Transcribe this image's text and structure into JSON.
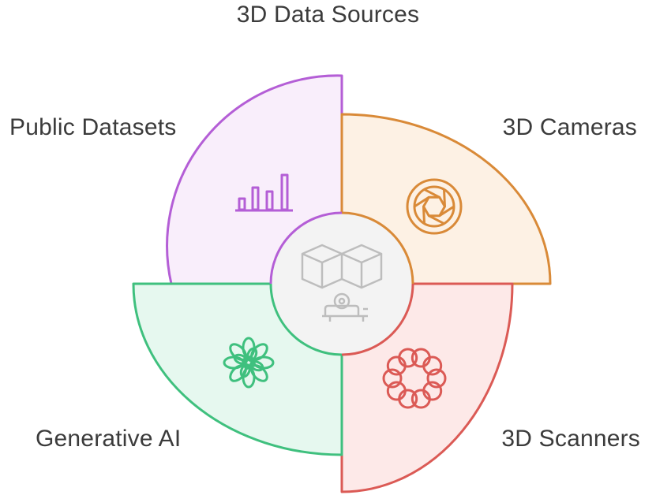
{
  "title": "3D Data Sources",
  "segments": [
    {
      "id": "public-datasets",
      "label": "Public Datasets",
      "icon": "bar-chart-icon",
      "stroke": "#b45ed6",
      "fill": "#f9eefb"
    },
    {
      "id": "3d-cameras",
      "label": "3D Cameras",
      "icon": "camera-aperture-icon",
      "stroke": "#d98a38",
      "fill": "#fdf1e4"
    },
    {
      "id": "3d-scanners",
      "label": "3D Scanners",
      "icon": "ring-pattern-icon",
      "stroke": "#db5a55",
      "fill": "#fde9e8"
    },
    {
      "id": "generative-ai",
      "label": "Generative AI",
      "icon": "flower-icon",
      "stroke": "#3fc07e",
      "fill": "#e6f8ef"
    }
  ],
  "center": {
    "icon": "cubes-and-scanner-icon",
    "stroke": "#bdbdbd",
    "fill": "#f3f3f3"
  }
}
